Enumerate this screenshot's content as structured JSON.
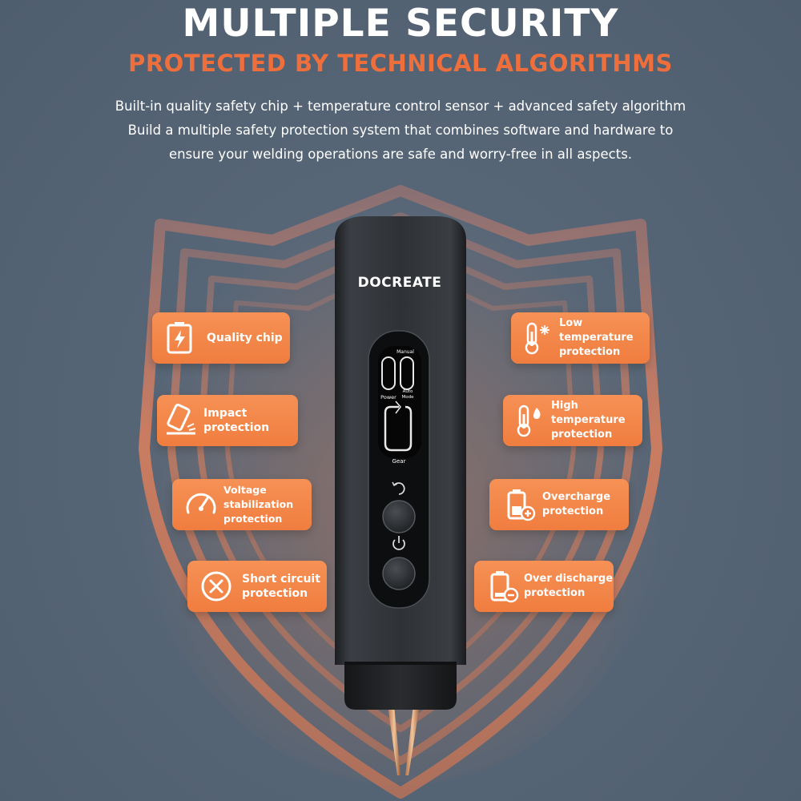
{
  "header": {
    "title": "MULTIPLE SECURITY",
    "subtitle": "PROTECTED BY TECHNICAL ALGORITHMS",
    "intro_lines": [
      "Built-in quality safety chip + temperature control sensor + advanced safety algorithm",
      "Build a multiple safety protection system that combines software and hardware to",
      "ensure your welding operations are safe and worry-free in all aspects."
    ]
  },
  "device": {
    "brand": "DOCREATE",
    "screen_labels": {
      "manual": "Manual",
      "auto": "Auto",
      "mode": "Mode",
      "power": "Power",
      "gear": "Gear"
    }
  },
  "features_left": [
    {
      "label": "Quality chip",
      "icon": "battery-bolt-icon"
    },
    {
      "label": "Impact protection",
      "icon": "impact-icon"
    },
    {
      "label": "Voltage stabilization\nprotection",
      "icon": "gauge-icon"
    },
    {
      "label": "Short circuit\nprotection",
      "icon": "x-circle-icon"
    }
  ],
  "features_right": [
    {
      "label": "Low temperature\nprotection",
      "icon": "thermometer-snow-icon"
    },
    {
      "label": "High temperature\nprotection",
      "icon": "thermometer-fire-icon"
    },
    {
      "label": "Overcharge\nprotection",
      "icon": "battery-plus-icon"
    },
    {
      "label": "Over discharge\nprotection",
      "icon": "battery-minus-icon"
    }
  ],
  "colors": {
    "background": "#556475",
    "accent": "#f07d3f",
    "subtitle": "#ee6e3c",
    "text": "#ffffff",
    "device_body": "#2b2e32"
  }
}
